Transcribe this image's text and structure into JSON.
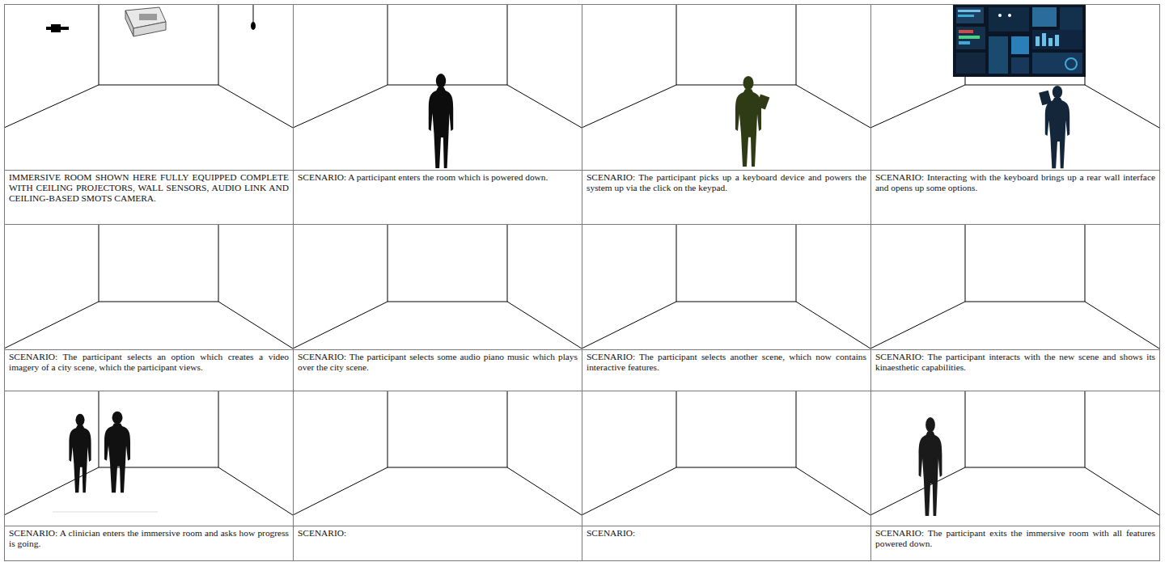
{
  "diagram": {
    "nodes": [
      {
        "text": [
          "IMMERSIVE ROOM SHOWN HERE FULLY EQUIPPED COMPLETE WITH CEILING PROJECTORS, WALL SENSORS, AUDIO LINK AND CEILING-BASED SMOTS CAMERA."
        ]
      },
      {
        "text": [
          "SCENARIO: A participant enters the room which is powered down."
        ]
      },
      {
        "text": [
          "SCENARIO: The participant picks up a keyboard device and powers the system up via the click on the keypad."
        ]
      },
      {
        "text": [
          "SCENARIO: Interacting with the keyboard brings up a rear wall interface and opens up some options."
        ]
      },
      {
        "text": [
          "SCENARIO: The participant selects an option which creates a video imagery of a city scene, which the participant views."
        ]
      },
      {
        "text": [
          "SCENARIO: The participant selects some audio piano music which plays over the city scene."
        ]
      },
      {
        "text": [
          "SCENARIO: The participant selects another scene, which now contains interactive features."
        ]
      },
      {
        "text": [
          "SCENARIO: The participant interacts with the new scene and shows its kinaesthetic capabilities."
        ]
      },
      {
        "text": [
          "SCENARIO: A clinician enters the immersive room and asks how progress is going."
        ]
      },
      {
        "text": [
          "SCENARIO:"
        ]
      },
      {
        "text": [
          "SCENARIO:"
        ]
      },
      {
        "text": [
          "SCENARIO: The participant exits the immersive room with all features powered down."
        ]
      }
    ]
  }
}
